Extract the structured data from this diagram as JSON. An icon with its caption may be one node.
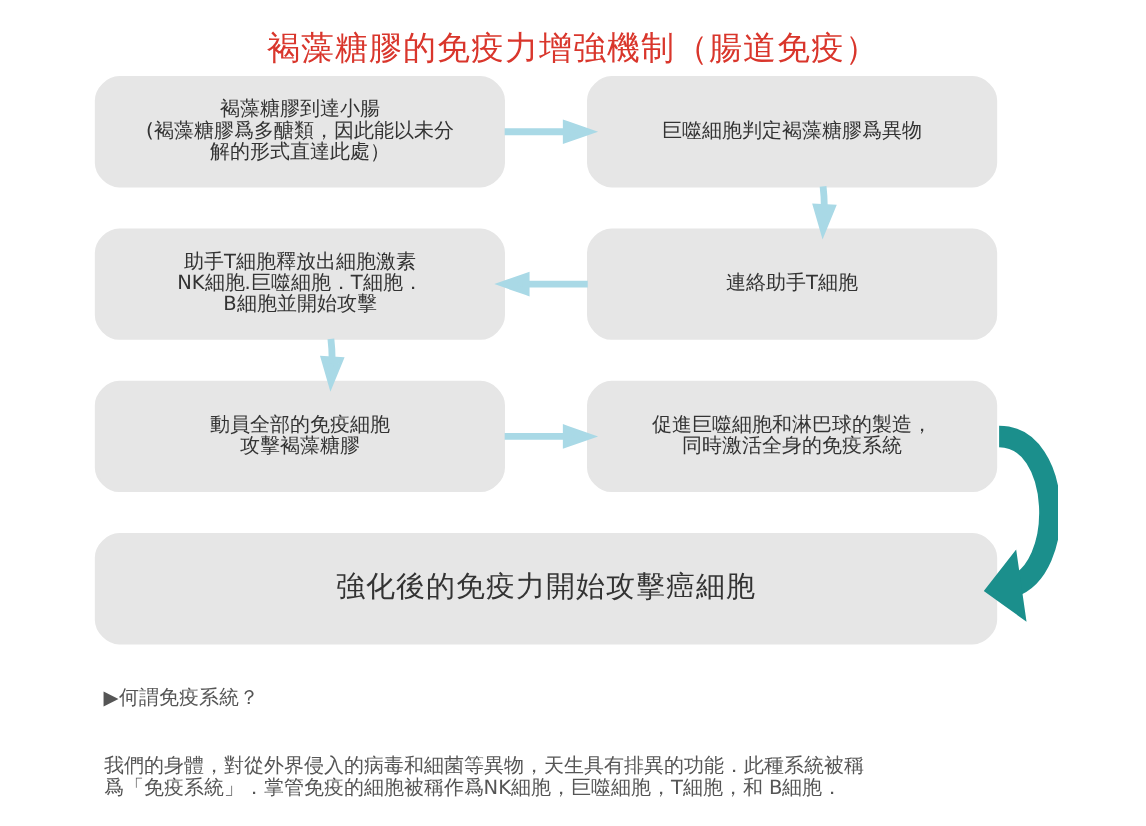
{
  "diagram": {
    "title": "褐藻糖膠的免疫力增強機制（腸道免疫）",
    "nodes": [
      {
        "text": [
          "褐藻糖膠到達小腸",
          "(褐藻糖膠爲多醣類，因此能以未分解的形式直達此處）"
        ]
      },
      {
        "text": [
          "巨噬細胞判定褐藻糖膠爲異物"
        ]
      },
      {
        "text": [
          "連絡助手T細胞"
        ]
      },
      {
        "text": [
          "助手T細胞釋放出細胞激素",
          "NK細胞.巨噬細胞．T細胞．B細胞並開始攻擊"
        ]
      },
      {
        "text": [
          "動員全部的免疫細胞攻擊褐藻糖膠"
        ]
      },
      {
        "text": [
          "促進巨噬細胞和淋巴球的製造，同時激活全身的免疫系統"
        ]
      },
      {
        "text": [
          "強化後的免疫力開始攻擊癌細胞"
        ]
      }
    ],
    "edges": [
      {
        "from": 0,
        "to": 1,
        "arrow": "to"
      },
      {
        "from": 1,
        "to": 2,
        "arrow": "to"
      },
      {
        "from": 2,
        "to": 3,
        "arrow": "to"
      },
      {
        "from": 3,
        "to": 4,
        "arrow": "to"
      },
      {
        "from": 4,
        "to": 5,
        "arrow": "to"
      },
      {
        "from": 5,
        "to": 6,
        "arrow": "to",
        "style": "thick",
        "color": "#1b8f8c"
      }
    ],
    "labels": [
      "▶何謂免疫系統？",
      "我們的身體，對從外界侵入的病毒和細菌等異物，天生具有排異的功能．此種系統被稱爲「免疫系統」．掌管免疫的細胞被稱作爲NK細胞，巨噬細胞，T細胞，和 B細胞．"
    ]
  }
}
